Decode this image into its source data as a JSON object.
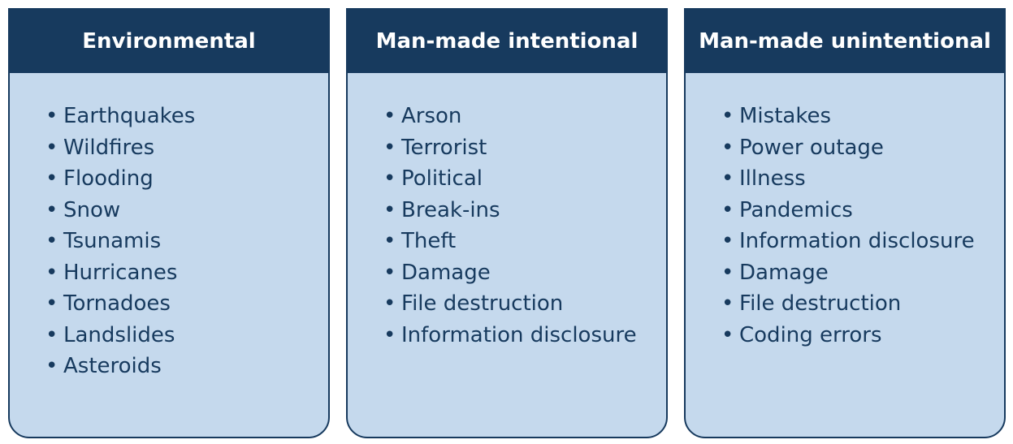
{
  "columns": [
    {
      "title": "Environmental",
      "items": [
        "Earthquakes",
        "Wildfires",
        "Flooding",
        "Snow",
        "Tsunamis",
        "Hurricanes",
        "Tornadoes",
        "Landslides",
        "Asteroids"
      ]
    },
    {
      "title": "Man-made intentional",
      "items": [
        "Arson",
        "Terrorist",
        "Political",
        "Break-ins",
        "Theft",
        "Damage",
        "File destruction",
        "Information disclosure"
      ]
    },
    {
      "title": "Man-made unintentional",
      "items": [
        "Mistakes",
        "Power outage",
        "Illness",
        "Pandemics",
        "Information disclosure",
        "Damage",
        "File destruction",
        "Coding errors"
      ]
    }
  ],
  "colors": {
    "header_bg": "#173a5e",
    "panel_bg": "#c5d9ed",
    "text": "#173a5e"
  }
}
